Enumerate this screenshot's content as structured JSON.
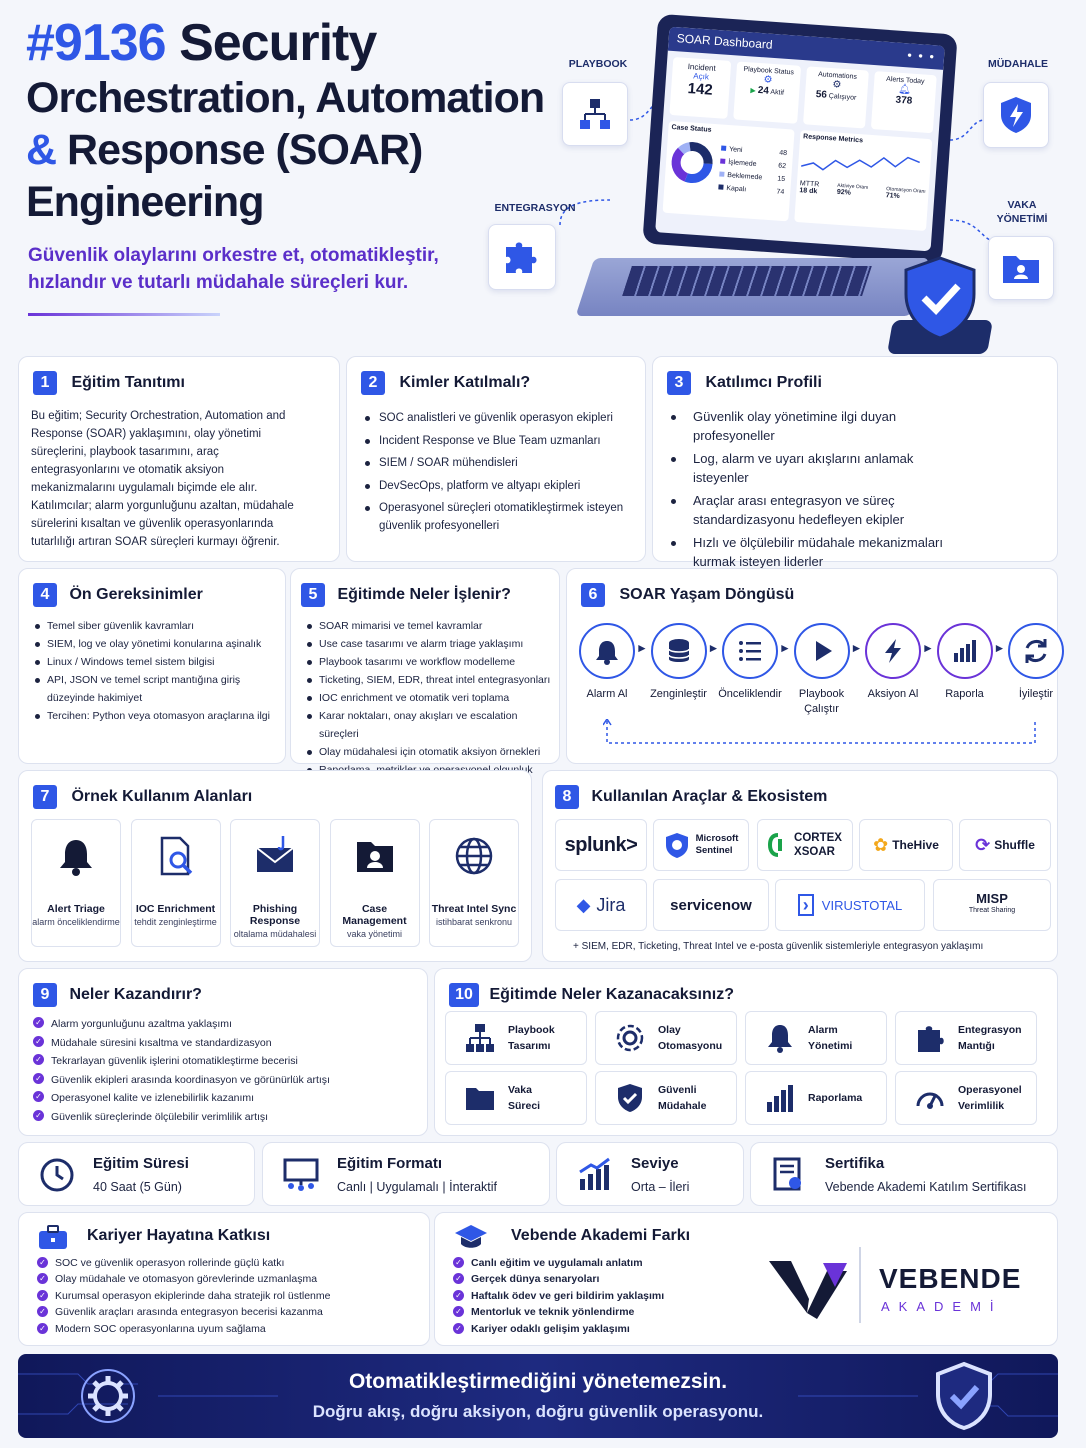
{
  "header": {
    "number": "#9136",
    "title_1": "Security",
    "title_2": "Orchestration, Automation",
    "amp": "&",
    "title_3": "Response (SOAR)",
    "title_4": "Engineering",
    "subtitle_1": "Güvenlik olaylarını orkestre et, otomatikleştir,",
    "subtitle_2": "hızlandır ve tutarlı müdahale süreçleri kur."
  },
  "hero": {
    "callouts": {
      "playbook": "PLAYBOOK",
      "mudahale": "MÜDAHALE",
      "entegrasyon": "ENTEGRASYON",
      "vaka_1": "VAKA",
      "vaka_2": "YÖNETİMİ"
    },
    "dashboard": {
      "title": "SOAR Dashboard",
      "incident_label": "Incident",
      "incident_sub": "Açık",
      "incident_value": "142",
      "playbook_label": "Playbook Status",
      "playbook_value": "24",
      "playbook_sub": "Aktif",
      "automations_label": "Automations",
      "automations_value": "56",
      "automations_sub": "Çalışıyor",
      "alerts_label": "Alerts Today",
      "alerts_value": "378",
      "case_status_label": "Case Status",
      "case_status": [
        {
          "label": "Yeni",
          "value": "48",
          "color": "#2f57e6"
        },
        {
          "label": "İşlemede",
          "value": "62",
          "color": "#6a33d8"
        },
        {
          "label": "Beklemede",
          "value": "15",
          "color": "#9fb1f5"
        },
        {
          "label": "Kapalı",
          "value": "74",
          "color": "#1d2d6a"
        }
      ],
      "response_label": "Response Metrics",
      "mttr_label": "MTTR",
      "mttr_value": "18 dk",
      "alert_rate_label": "Aktiviye Oranı",
      "alert_rate_value": "92%",
      "auto_rate_label": "Otomasyon Oranı",
      "auto_rate_value": "71%"
    }
  },
  "s1": {
    "num": "1",
    "title": "Eğitim Tanıtımı",
    "lines": [
      "Bu eğitim; Security Orchestration, Automation and",
      "Response (SOAR) yaklaşımını, olay yönetimi",
      "süreçlerini, playbook tasarımını, araç",
      "entegrasyonlarını ve otomatik aksiyon",
      "mekanizmalarını uygulamalı biçimde ele alır.",
      "Katılımcılar; alarm yorgunluğunu azaltan, müdahale",
      "sürelerini kısaltan ve güvenlik operasyonlarında",
      "tutarlılığı artıran SOAR süreçleri kurmayı öğrenir."
    ]
  },
  "s2": {
    "num": "2",
    "title": "Kimler Katılmalı?",
    "items": [
      "SOC analistleri ve güvenlik operasyon ekipleri",
      "Incident Response ve Blue Team uzmanları",
      "SIEM / SOAR mühendisleri",
      "DevSecOps, platform ve altyapı ekipleri",
      "Operasyonel süreçleri otomatikleştirmek isteyen güvenlik profesyonelleri"
    ]
  },
  "s3": {
    "num": "3",
    "title": "Katılımcı Profili",
    "items": [
      "Güvenlik olay yönetimine ilgi duyan profesyoneller",
      "Log, alarm ve uyarı akışlarını anlamak isteyenler",
      "Araçlar arası entegrasyon ve süreç standardizasyonu hedefleyen ekipler",
      "Hızlı ve ölçülebilir müdahale mekanizmaları kurmak isteyen liderler"
    ]
  },
  "s4": {
    "num": "4",
    "title": "Ön Gereksinimler",
    "items": [
      "Temel siber güvenlik kavramları",
      "SIEM, log ve olay yönetimi konularına aşinalık",
      "Linux / Windows temel sistem bilgisi",
      "API, JSON ve temel script mantığına giriş düzeyinde hakimiyet",
      "Tercihen: Python veya otomasyon araçlarına ilgi"
    ]
  },
  "s5": {
    "num": "5",
    "title": "Eğitimde Neler İşlenir?",
    "items": [
      "SOAR mimarisi ve temel kavramlar",
      "Use case tasarımı ve alarm triage yaklaşımı",
      "Playbook tasarımı ve workflow modelleme",
      "Ticketing, SIEM, EDR, threat intel entegrasyonları",
      "IOC enrichment ve otomatik veri toplama",
      "Karar noktaları, onay akışları ve escalation süreçleri",
      "Olay müdahalesi için otomatik aksiyon örnekleri",
      "Raporlama, metrikler ve operasyonel olgunluk"
    ]
  },
  "s6": {
    "num": "6",
    "title": "SOAR Yaşam Döngüsü",
    "steps": [
      "Alarm Al",
      "Zenginleştir",
      "Önceliklendir",
      "Playbook Çalıştır",
      "Aksiyon Al",
      "Raporla",
      "İyileştir"
    ]
  },
  "s7": {
    "num": "7",
    "title": "Örnek Kullanım Alanları",
    "tiles": [
      {
        "title": "Alert Triage",
        "sub": "alarm önceliklendirme",
        "icon": "bell-icon"
      },
      {
        "title": "IOC Enrichment",
        "sub": "tehdit zenginleştirme",
        "icon": "document-search-icon"
      },
      {
        "title": "Phishing Response",
        "sub": "oltalama müdahalesi",
        "icon": "phishing-mail-icon"
      },
      {
        "title": "Case Management",
        "sub": "vaka yönetimi",
        "icon": "case-folder-icon"
      },
      {
        "title": "Threat Intel Sync",
        "sub": "istihbarat senkronu",
        "icon": "globe-icon"
      }
    ]
  },
  "s8": {
    "num": "8",
    "title": "Kullanılan Araçlar & Ekosistem",
    "tools_row1": [
      "splunk>",
      "Microsoft Sentinel",
      "CORTEX XSOAR",
      "TheHive",
      "Shuffle"
    ],
    "ms_1": "Microsoft",
    "ms_2": "Sentinel",
    "cortex_1": "CORTEX",
    "cortex_2": "XSOAR",
    "tools_row2": [
      "Jira",
      "servicenow",
      "VIRUSTOTAL",
      "MISP"
    ],
    "misp_sub": "Threat Sharing",
    "note": "+ SIEM, EDR, Ticketing, Threat Intel ve e-posta güvenlik sistemleriyle entegrasyon yaklaşımı"
  },
  "s9": {
    "num": "9",
    "title": "Neler Kazandırır?",
    "items": [
      "Alarm yorgunluğunu azaltma yaklaşımı",
      "Müdahale süresini kısaltma ve standardizasyon",
      "Tekrarlayan güvenlik işlerini otomatikleştirme becerisi",
      "Güvenlik ekipleri arasında koordinasyon ve görünürlük artışı",
      "Operasyonel kalite ve izlenebilirlik kazanımı",
      "Güvenlik süreçlerinde ölçülebilir verimlilik artışı"
    ]
  },
  "s10": {
    "num": "10",
    "title": "Eğitimde Neler Kazanacaksınız?",
    "tiles": [
      {
        "l1": "Playbook",
        "l2": "Tasarımı",
        "icon": "flow-icon"
      },
      {
        "l1": "Olay",
        "l2": "Otomasyonu",
        "icon": "gear-cycle-icon"
      },
      {
        "l1": "Alarm",
        "l2": "Yönetimi",
        "icon": "bell-icon"
      },
      {
        "l1": "Entegrasyon",
        "l2": "Mantığı",
        "icon": "puzzle-icon"
      },
      {
        "l1": "Vaka",
        "l2": "Süreci",
        "icon": "folder-icon"
      },
      {
        "l1": "Güvenli",
        "l2": "Müdahale",
        "icon": "shield-check-icon"
      },
      {
        "l1": "Raporlama",
        "l2": "",
        "icon": "bar-chart-icon"
      },
      {
        "l1": "Operasyonel",
        "l2": "Verimlilik",
        "icon": "gauge-icon"
      }
    ]
  },
  "info": [
    {
      "title": "Eğitim Süresi",
      "value": "40 Saat (5 Gün)",
      "icon": "clock-icon"
    },
    {
      "title": "Eğitim Formatı",
      "value": "Canlı | Uygulamalı | İnteraktif",
      "icon": "presentation-icon"
    },
    {
      "title": "Seviye",
      "value": "Orta – İleri",
      "icon": "growth-chart-icon"
    },
    {
      "title": "Sertifika",
      "value": "Vebende Akademi Katılım Sertifikası",
      "icon": "certificate-icon"
    }
  ],
  "career": {
    "title": "Kariyer Hayatına Katkısı",
    "items": [
      "SOC ve güvenlik operasyon rollerinde güçlü katkı",
      "Olay müdahale ve otomasyon görevlerinde uzmanlaşma",
      "Kurumsal operasyon ekiplerinde daha stratejik rol üstlenme",
      "Güvenlik araçları arasında entegrasyon becerisi kazanma",
      "Modern SOC operasyonlarına uyum sağlama"
    ]
  },
  "diff": {
    "title": "Vebende Akademi Farkı",
    "items": [
      "Canlı eğitim ve uygulamalı anlatım",
      "Gerçek dünya senaryoları",
      "Haftalık ödev ve geri bildirim yaklaşımı",
      "Mentorluk ve teknik yönlendirme",
      "Kariyer odaklı gelişim yaklaşımı"
    ]
  },
  "logo": {
    "name": "VEBENDE",
    "sub": "AKADEMİ"
  },
  "footer": {
    "line1": "Otomatikleştirmediğini yönetemezsin.",
    "line2": "Doğru akış, doğru aksiyon, doğru güvenlik operasyonu."
  },
  "colors": {
    "blue": "#2f57e6",
    "purple": "#6a33d8",
    "navy": "#141a36",
    "banner": "#17236a"
  }
}
